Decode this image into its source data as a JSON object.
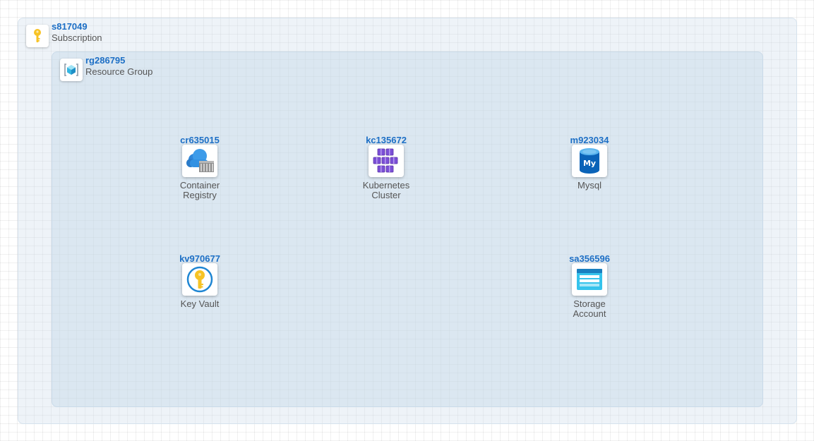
{
  "subscription": {
    "id": "s817049",
    "type": "Subscription",
    "icon": "subscription-key-icon"
  },
  "resource_group": {
    "id": "rg286795",
    "type": "Resource Group",
    "icon": "resource-group-cube-icon"
  },
  "resources": {
    "container_registry": {
      "id": "cr635015",
      "label_line1": "Container",
      "label_line2": "Registry",
      "icon": "container-registry-icon"
    },
    "kubernetes_cluster": {
      "id": "kc135672",
      "label_line1": "Kubernetes",
      "label_line2": "Cluster",
      "icon": "kubernetes-cluster-icon"
    },
    "mysql": {
      "id": "m923034",
      "label_line1": "Mysql",
      "icon": "mysql-database-icon"
    },
    "key_vault": {
      "id": "kv970677",
      "label_line1": "Key Vault",
      "icon": "key-vault-icon"
    },
    "storage_account": {
      "id": "sa356596",
      "label_line1": "Storage",
      "label_line2": "Account",
      "icon": "storage-account-icon"
    }
  },
  "colors": {
    "accent_blue": "#1d6fc5",
    "label_grey": "#555555",
    "key_yellow": "#f7c325",
    "k8s_purple": "#7b4fd6",
    "storage_cyan": "#35c3ec"
  }
}
